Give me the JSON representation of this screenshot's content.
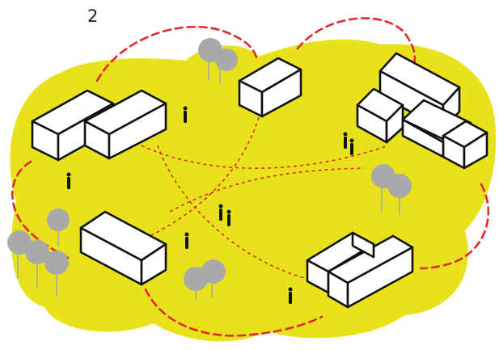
{
  "figure": {
    "label": "2"
  },
  "colors": {
    "ground": "#e7e21a",
    "link": "#e02a2a",
    "tree": "#a9a9a9",
    "outline": "#111111"
  },
  "elements": {
    "buildings": [
      {
        "name": "building-cluster-top-left"
      },
      {
        "name": "building-small-top-center"
      },
      {
        "name": "building-cluster-top-right"
      },
      {
        "name": "building-long-bottom-left"
      },
      {
        "name": "building-cluster-bottom-right"
      }
    ],
    "icons": [
      "tree-icon",
      "person-icon"
    ]
  }
}
